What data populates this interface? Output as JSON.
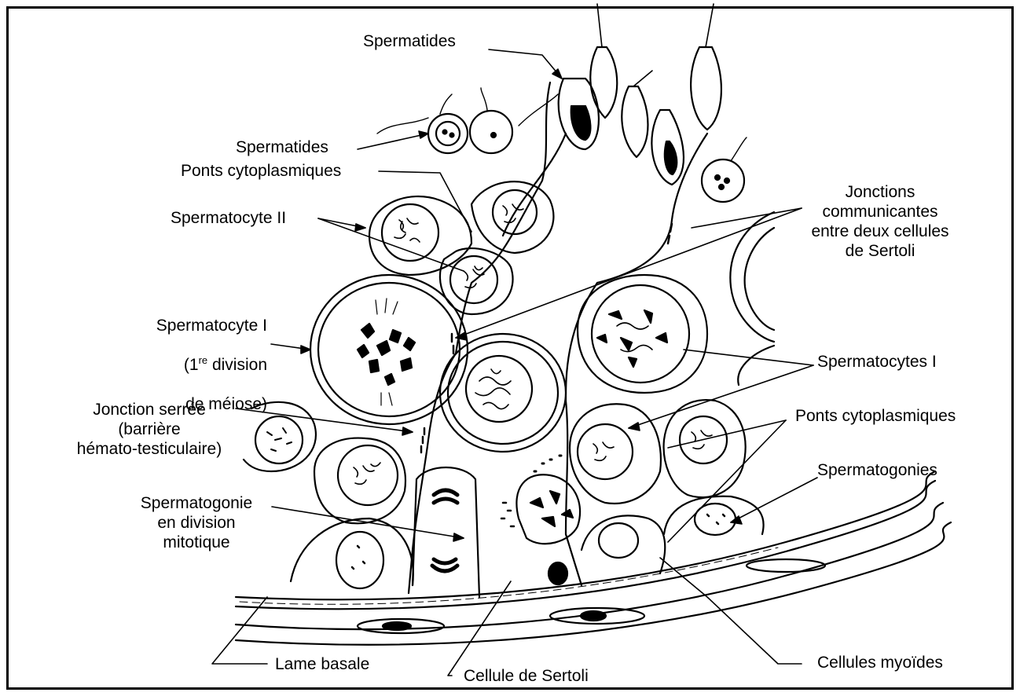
{
  "labels": {
    "spermatides_top": "Spermatides",
    "spermatides_left": "Spermatides",
    "ponts_cyto_left": "Ponts cytoplasmiques",
    "spermatocyte_ii": "Spermatocyte II",
    "spermatocyte_i_title": "Spermatocyte I",
    "spermatocyte_i_sup_prefix": "(1",
    "spermatocyte_i_sup": "re",
    "spermatocyte_i_sup_suffix": " division",
    "spermatocyte_i_line3": "de méiose)",
    "jonction_serree": "Jonction serrée\n(barrière\nhémato-testiculaire)",
    "spermatogonie_div": "Spermatogonie\nen division\nmitotique",
    "lame_basale": "Lame basale",
    "cellule_sertoli": "Cellule de Sertoli",
    "cellules_myoides": "Cellules myoïdes",
    "jonctions_comm": "Jonctions\ncommunicantes\nentre deux cellules\nde Sertoli",
    "spermatocytes_i": "Spermatocytes I",
    "ponts_cyto_right": "Ponts cytoplasmiques",
    "spermatogonies": "Spermatogonies"
  },
  "colors": {
    "line": "#000000",
    "background": "#ffffff"
  }
}
